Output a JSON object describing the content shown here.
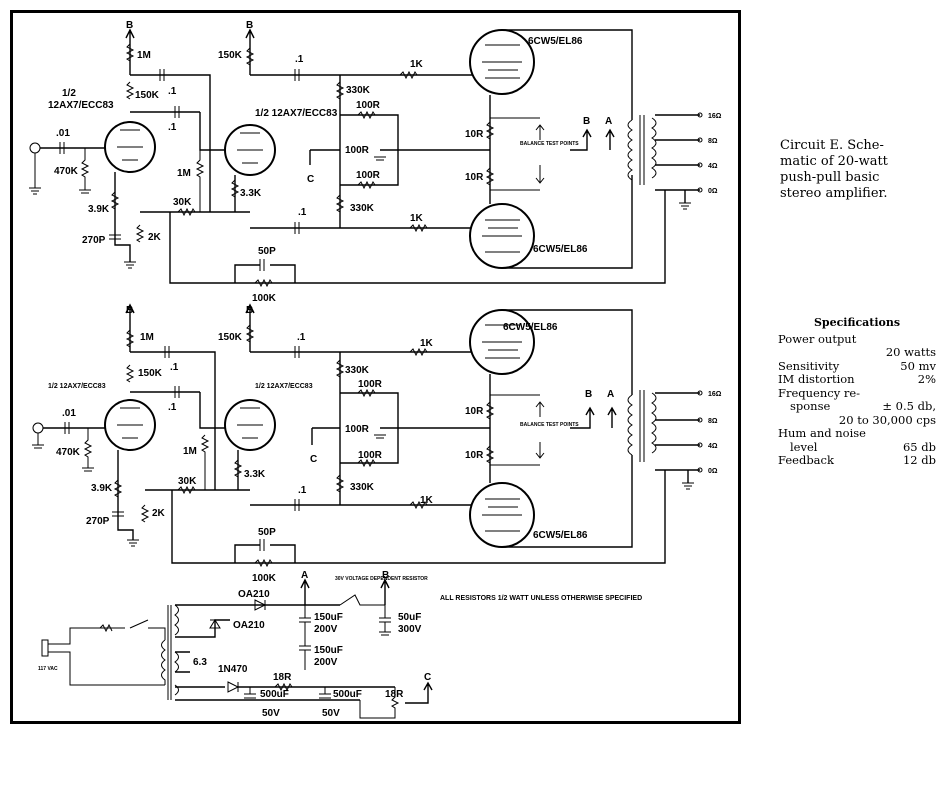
{
  "caption": "Circuit E. Schematic of 20-watt push-pull basic stereo amplifier.",
  "caption_lines": [
    "Circuit E. Sche-",
    "matic of 20-watt",
    "push-pull basic",
    "stereo amplifier."
  ],
  "specs": {
    "title": "Specifications",
    "rows": [
      {
        "label": "Power output",
        "value": ""
      },
      {
        "label": "",
        "value": "20 watts"
      },
      {
        "label": "Sensitivity",
        "value": "50 mv"
      },
      {
        "label": "IM distortion",
        "value": "2%"
      },
      {
        "label": "Frequency re-",
        "value": ""
      },
      {
        "label": "sponse",
        "value": "± 0.5 db,"
      },
      {
        "label": "",
        "value": "20 to 30,000 cps"
      },
      {
        "label": "Hum and noise",
        "value": ""
      },
      {
        "label": "level",
        "value": "65 db"
      },
      {
        "label": "Feedback",
        "value": "12 db"
      }
    ]
  },
  "channel1": {
    "b1": "B",
    "r_plate1": "1M",
    "tube1a": "1/2",
    "tube1b": "12AX7/ECC83",
    "c_in": ".01",
    "r_in": "470K",
    "r_cath1": "3.9K",
    "c_cath1": "270P",
    "r_2k": "2K",
    "r_150k_a": "150K",
    "c_a": ".1",
    "c_b": ".1",
    "r_1m_grid": "1M",
    "r_30k": "30K",
    "b2": "B",
    "r_150k_b": "150K",
    "tube2": "1/2 12AX7/ECC83",
    "r_33k": "3.3K",
    "c_top": ".1",
    "c_bot": ".1",
    "r_330k_top": "330K",
    "r_330k_bot": "330K",
    "r_100r_top": "100R",
    "r_100r_mid": "100R",
    "r_100r_bot": "100R",
    "c_label": "C",
    "r_1k_top": "1K",
    "r_1k_bot": "1K",
    "tube_top": "6CW5/EL86",
    "tube_bot": "6CW5/EL86",
    "r_10r_top": "10R",
    "r_10r_bot": "10R",
    "balance": "BALANCE TEST POINTS",
    "b_out": "B",
    "a_out": "A",
    "c_fb": "50P",
    "r_fb": "100K"
  },
  "channel2": {
    "b1": "B",
    "r_plate1": "1M",
    "tube1": "1/2 12AX7/ECC83",
    "c_in": ".01",
    "r_in": "470K",
    "r_cath1": "3.9K",
    "c_cath1": "270P",
    "r_2k": "2K",
    "r_150k_a": "150K",
    "c_a": ".1",
    "c_b": ".1",
    "r_1m_grid": "1M",
    "r_30k": "30K",
    "b2": "B",
    "r_150k_b": "150K",
    "tube2": "1/2 12AX7/ECC83",
    "r_33k": "3.3K",
    "c_top": ".1",
    "c_bot": ".1",
    "r_330k_top": "330K",
    "r_330k_bot": "330K",
    "r_100r_top": "100R",
    "r_100r_mid": "100R",
    "r_100r_bot": "100R",
    "c_label": "C",
    "r_1k_top": "1K",
    "r_1k_bot": "1K",
    "tube_top": "6CW5/EL86",
    "tube_bot": "6CW5/EL86",
    "r_10r_top": "10R",
    "r_10r_bot": "10R",
    "balance": "BALANCE TEST POINTS",
    "b_out": "B",
    "a_out": "A",
    "c_fb": "50P",
    "r_fb": "100K"
  },
  "psu": {
    "note": "ALL RESISTORS 1/2 WATT UNLESS OTHERWISE SPECIFIED",
    "d1": "OA210",
    "d2": "OA210",
    "a": "A",
    "b": "B",
    "c": "C",
    "vdr": "30V VOLTAGE DEPENDENT RESISTOR",
    "c1": "150uF",
    "c1v": "200V",
    "c2": "150uF",
    "c2v": "200V",
    "c3": "50uF",
    "c3v": "300V",
    "heater": "6.3",
    "d3": "1N470",
    "r1": "18R",
    "r2": "18R",
    "c4": "500uF",
    "c4v": "50V",
    "c5": "500uF",
    "c5v": "50V",
    "mains": "117 VAC"
  },
  "output_taps": [
    "16Ω",
    "8Ω",
    "4Ω",
    "0Ω"
  ]
}
